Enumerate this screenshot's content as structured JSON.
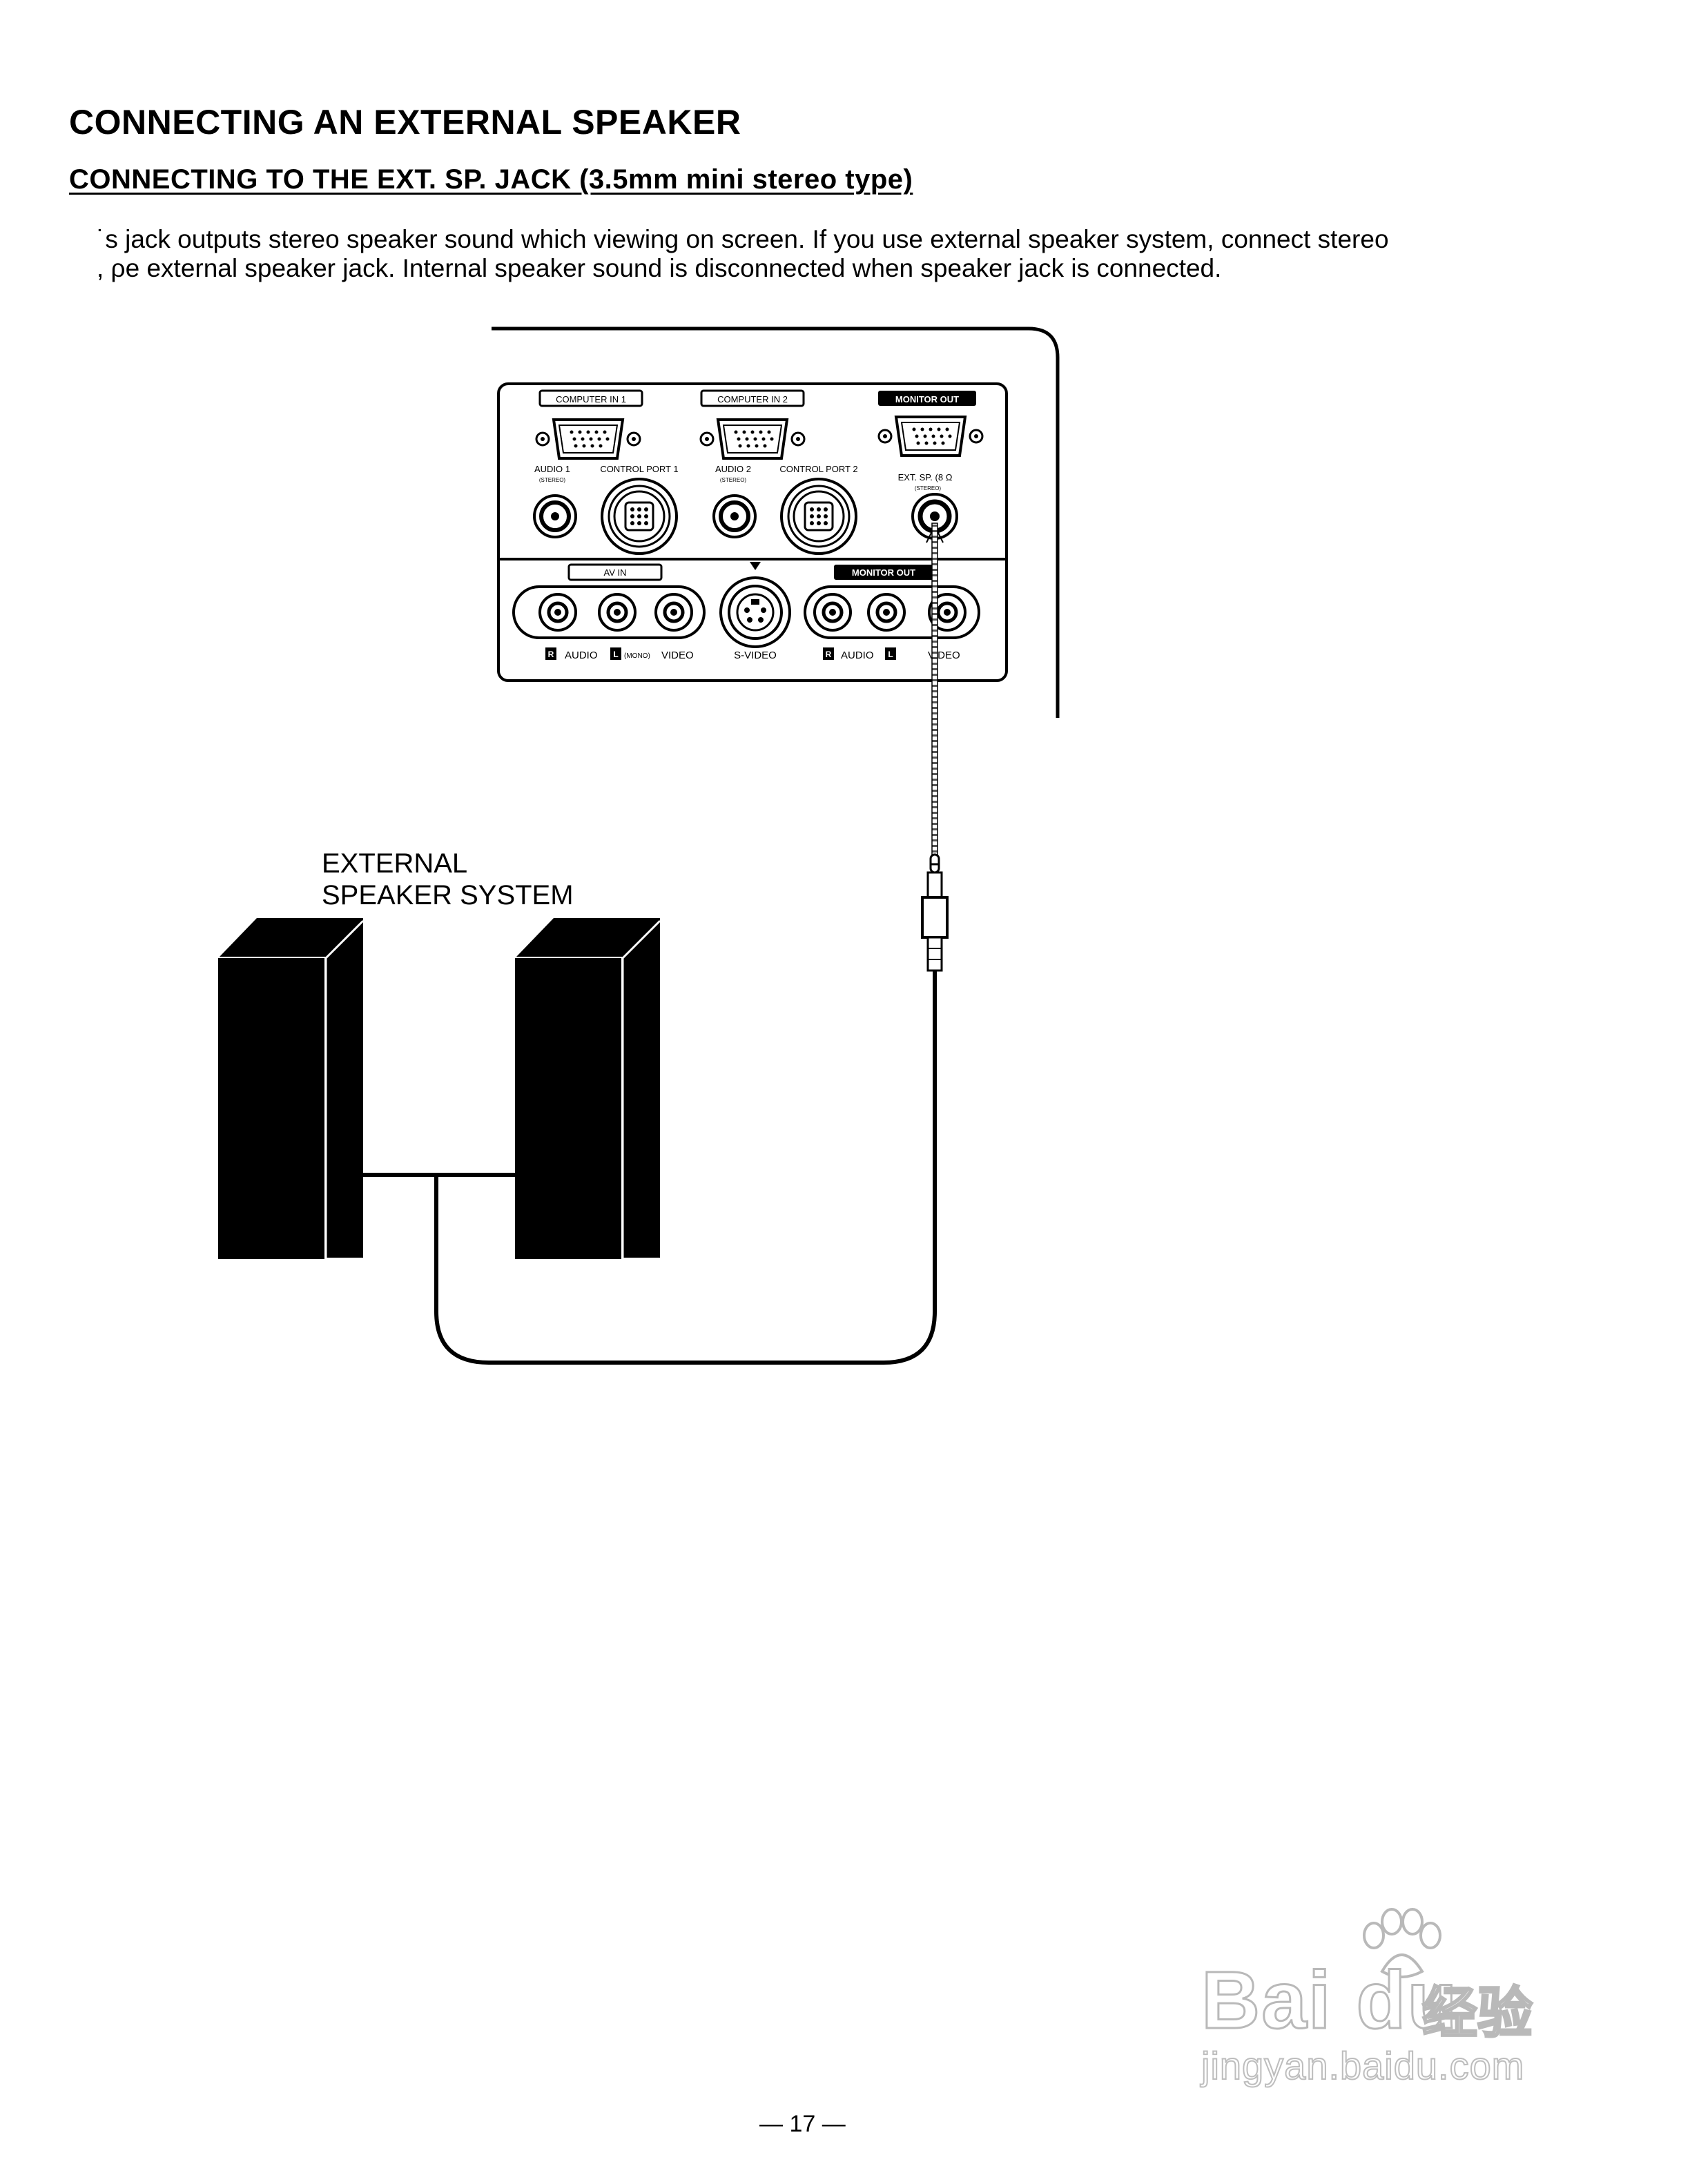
{
  "heading": "CONNECTING AN EXTERNAL SPEAKER",
  "subheading": "CONNECTING TO THE EXT. SP. JACK  (3.5mm mini stereo type)",
  "body_lines": [
    "˙s jack outputs stereo speaker sound which viewing on screen. If you use external speaker system, connect stereo",
    ", ρe external speaker jack. Internal speaker sound is disconnected when speaker jack is connected."
  ],
  "panel": {
    "computer_in_1": "COMPUTER IN 1",
    "computer_in_2": "COMPUTER IN 2",
    "monitor_out_top": "MONITOR OUT",
    "audio_1": "AUDIO 1",
    "audio_2": "AUDIO 2",
    "stereo": "(STEREO)",
    "control_port_1": "CONTROL PORT 1",
    "control_port_2": "CONTROL PORT 2",
    "ext_sp": "EXT. SP. (8 Ω",
    "av_in": "AV IN",
    "monitor_out_bottom": "MONITOR OUT",
    "r_badge": "R",
    "l_badge": "L",
    "audio": "AUDIO",
    "mono": "(MONO)",
    "video": "VIDEO",
    "s_video": "S-VIDEO"
  },
  "speaker_label": [
    "EXTERNAL",
    "SPEAKER SYSTEM"
  ],
  "page_number": "— 17 —",
  "watermark": {
    "brand": "Bai du",
    "chinese": "经验",
    "url": "jingyan.baidu.com"
  }
}
